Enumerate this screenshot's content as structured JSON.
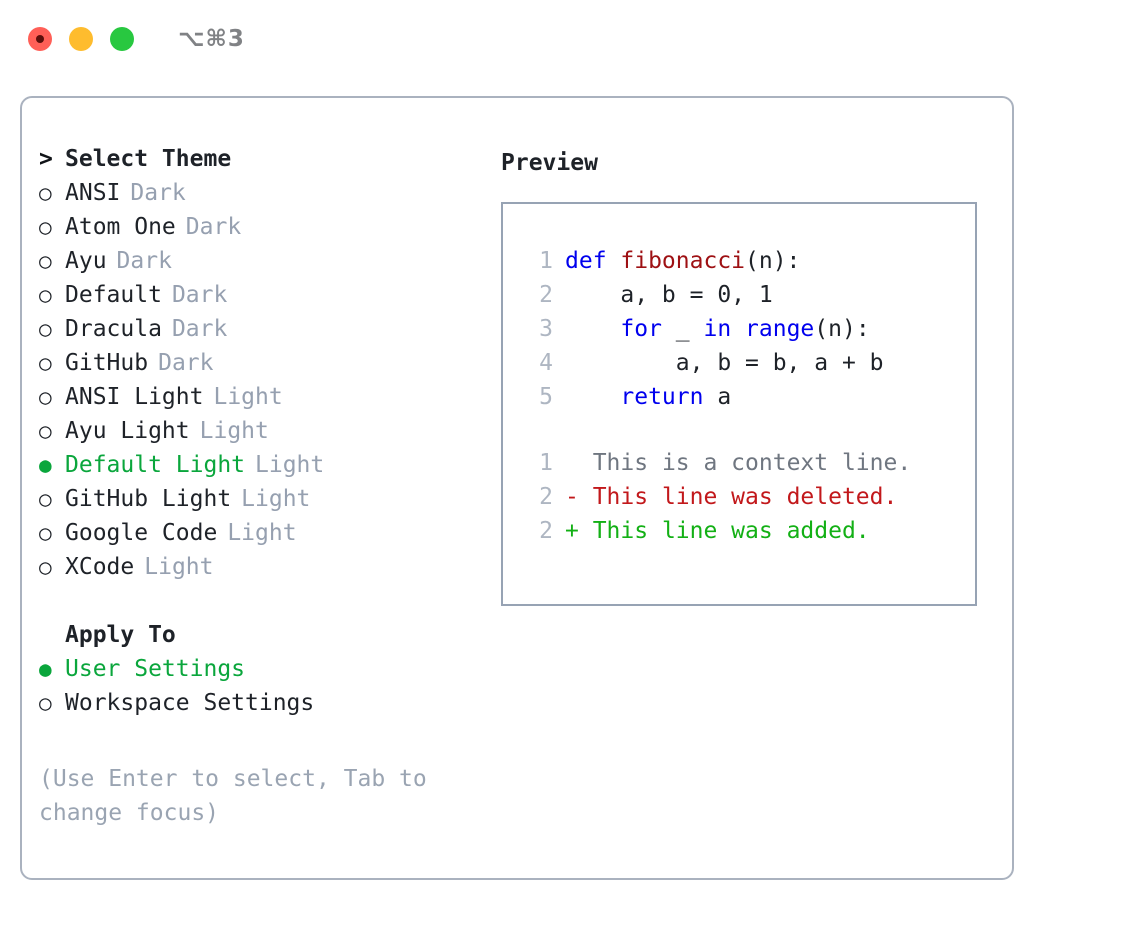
{
  "window": {
    "title": "⌥⌘3",
    "traffic_lights": [
      "close-red",
      "minimize-yellow",
      "maximize-green"
    ]
  },
  "left": {
    "header": {
      "caret": ">",
      "label": "Select Theme"
    },
    "themes": [
      {
        "marker": "○",
        "name": "ANSI",
        "tag": "Dark",
        "selected": false
      },
      {
        "marker": "○",
        "name": "Atom One",
        "tag": "Dark",
        "selected": false
      },
      {
        "marker": "○",
        "name": "Ayu",
        "tag": "Dark",
        "selected": false
      },
      {
        "marker": "○",
        "name": "Default",
        "tag": "Dark",
        "selected": false
      },
      {
        "marker": "○",
        "name": "Dracula",
        "tag": "Dark",
        "selected": false
      },
      {
        "marker": "○",
        "name": "GitHub",
        "tag": "Dark",
        "selected": false
      },
      {
        "marker": "○",
        "name": "ANSI Light",
        "tag": "Light",
        "selected": false
      },
      {
        "marker": "○",
        "name": "Ayu Light",
        "tag": "Light",
        "selected": false
      },
      {
        "marker": "●",
        "name": "Default Light",
        "tag": "Light",
        "selected": true
      },
      {
        "marker": "○",
        "name": "GitHub Light",
        "tag": "Light",
        "selected": false
      },
      {
        "marker": "○",
        "name": "Google Code",
        "tag": "Light",
        "selected": false
      },
      {
        "marker": "○",
        "name": "XCode",
        "tag": "Light",
        "selected": false
      }
    ],
    "apply_to": {
      "header": "Apply To",
      "options": [
        {
          "marker": "●",
          "label": "User Settings",
          "selected": true
        },
        {
          "marker": "○",
          "label": "Workspace Settings",
          "selected": false
        }
      ]
    },
    "hint": "(Use Enter to select, Tab to change focus)"
  },
  "right": {
    "title": "Preview",
    "code": {
      "lines": [
        {
          "no": "1",
          "tokens": [
            {
              "t": "def ",
              "c": "kw"
            },
            {
              "t": "fibonacci",
              "c": "fn"
            },
            {
              "t": "(n):",
              "c": "plain"
            }
          ]
        },
        {
          "no": "2",
          "tokens": [
            {
              "t": "    a, b = 0, 1",
              "c": "plain"
            }
          ]
        },
        {
          "no": "3",
          "tokens": [
            {
              "t": "    ",
              "c": "plain"
            },
            {
              "t": "for",
              "c": "kw"
            },
            {
              "t": " _ ",
              "c": "plain"
            },
            {
              "t": "in",
              "c": "kw"
            },
            {
              "t": " ",
              "c": "plain"
            },
            {
              "t": "range",
              "c": "kw"
            },
            {
              "t": "(n):",
              "c": "plain"
            }
          ]
        },
        {
          "no": "4",
          "tokens": [
            {
              "t": "        a, b = b, a + b",
              "c": "plain"
            }
          ]
        },
        {
          "no": "5",
          "tokens": [
            {
              "t": "    ",
              "c": "plain"
            },
            {
              "t": "return",
              "c": "kw"
            },
            {
              "t": " a",
              "c": "plain"
            }
          ]
        }
      ]
    },
    "diff": {
      "lines": [
        {
          "no": "1",
          "sign": " ",
          "text": " This is a context line.",
          "kind": "ctx"
        },
        {
          "no": "2",
          "sign": "-",
          "text": " This line was deleted.",
          "kind": "del"
        },
        {
          "no": "2",
          "sign": "+",
          "text": " This line was added.",
          "kind": "add"
        }
      ]
    }
  },
  "colors": {
    "accent_green": "#0aa63c",
    "muted": "#96a0b0",
    "border": "#aab2bf",
    "keyword_blue": "#0000ee",
    "function_red": "#9e1013",
    "diff_delete": "#c2181b",
    "diff_add": "#13b015",
    "background": "#ffffff"
  }
}
